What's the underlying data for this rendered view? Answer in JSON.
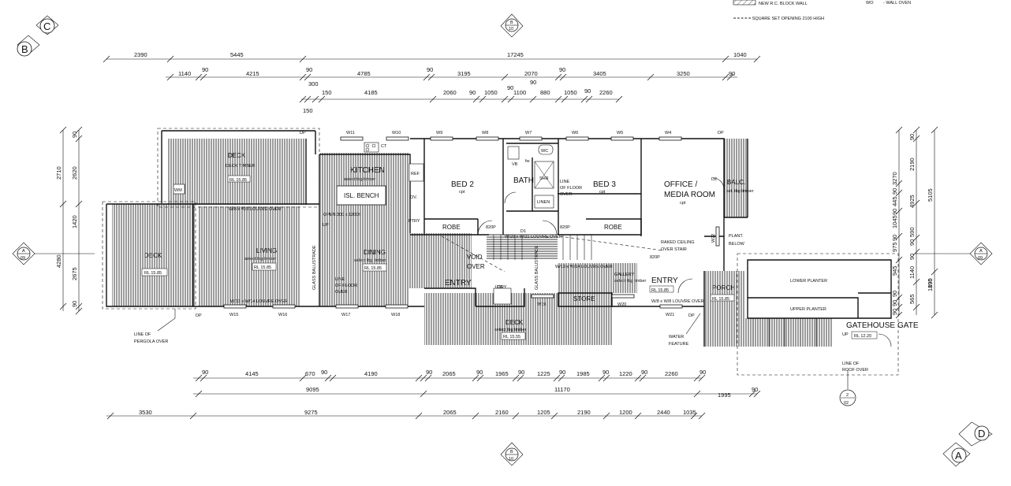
{
  "legend": {
    "block_wall": "NEW R.C. BLOCK WALL",
    "wall_oven_code": "WO",
    "wall_oven": "- WALL OVEN",
    "square_set": "= = = = = SQUARE SET OPENING 2100 HIGH"
  },
  "markers": {
    "b_top": {
      "letter": "B",
      "num": "10"
    },
    "b_bottom": {
      "letter": "B",
      "num": "10"
    },
    "a_left": {
      "letter": "A",
      "num": "09"
    },
    "a_right": {
      "letter": "A",
      "num": "09"
    },
    "corner_tl": [
      "B",
      "C"
    ],
    "corner_br": [
      "A",
      "D"
    ],
    "section_2": {
      "num": "2",
      "sheet": "02"
    }
  },
  "dims_top": {
    "row1": [
      "2390",
      "5445",
      "17245",
      "1040"
    ],
    "row2": [
      "1140",
      "90",
      "4215",
      "90",
      "4785",
      "90",
      "3195",
      "2070",
      "90",
      "3405",
      "3250",
      "90"
    ],
    "row3": [
      "300",
      "150",
      "4185",
      "2060",
      "90",
      "1050",
      "90",
      "1100",
      "880",
      "1050",
      "90",
      "2260"
    ],
    "extra": [
      "90",
      "150"
    ]
  },
  "dims_bottom": {
    "row1": [
      "90",
      "4145",
      "670",
      "90",
      "4190",
      "90",
      "2065",
      "90",
      "1965",
      "90",
      "1225",
      "90",
      "1985",
      "90",
      "1220",
      "90",
      "2260",
      "90"
    ],
    "row2": [
      "9095",
      "11170",
      "1995",
      "90"
    ],
    "row3": [
      "3530",
      "9275",
      "2065",
      "2160",
      "1205",
      "2190",
      "1200",
      "2440",
      "1035"
    ]
  },
  "dims_left": {
    "outer": [
      "4280"
    ],
    "inner": [
      "2710",
      "2620",
      "90",
      "1420",
      "2675",
      "90"
    ]
  },
  "dims_right": {
    "a": [
      "3270",
      "5105"
    ],
    "b": [
      "90",
      "2190",
      "90",
      "445",
      "90",
      "4925",
      "1045",
      "90",
      "590",
      "90",
      "975",
      "90",
      "945",
      "1140",
      "195",
      "90",
      "1890",
      "90",
      "565",
      "90"
    ]
  },
  "windows": [
    "W11",
    "W10",
    "W9",
    "W8",
    "W7",
    "W6",
    "W5",
    "W4",
    "W15",
    "W16",
    "W17",
    "W18",
    "W19",
    "W20",
    "W21",
    "W22"
  ],
  "rooms": {
    "deck_top": {
      "name": "DECK",
      "sub": "DECK TIMBER",
      "rl": "RL 15.85"
    },
    "deck_left": {
      "name": "DECK",
      "sub": "RL 15.85"
    },
    "living": {
      "name": "LIVING",
      "sub": "select tbg timber",
      "rl": "RL 15.85"
    },
    "kitchen": {
      "name": "KITCHEN",
      "sub": "select tbg timber"
    },
    "isl_bench": "ISL. BENCH",
    "dining": {
      "name": "DINING",
      "sub": "select tbg timber",
      "rl": "RL 15.85"
    },
    "bed2": {
      "name": "BED 2",
      "sub": "cpt"
    },
    "bed3": {
      "name": "BED 3",
      "sub": "cpt"
    },
    "bath": "BATH",
    "office": {
      "name": "OFFICE /",
      "name2": "MEDIA ROOM",
      "sub": "cpt"
    },
    "balc": {
      "name": "BALC.",
      "sub": "sel. tbg timber"
    },
    "robe1": "ROBE",
    "robe2": "ROBE",
    "linen": "LINEN",
    "entry1": "ENTRY",
    "entry2": {
      "name": "ENTRY",
      "rl": "RL 15.85"
    },
    "store": "STORE",
    "gallery": {
      "name": "GALLERY",
      "sub": "select tbg timber"
    },
    "deck_bottom": {
      "name": "DECK",
      "sub": "select tbg timber",
      "rl": "RL 15.55"
    },
    "porch": {
      "name": "PORCH",
      "rl": "RL 15.85"
    },
    "lower_planter": "LOWER PLANTER",
    "upper_planter": "UPPER PLANTER",
    "gatehouse": "GATEHOUSE",
    "gate": "GATE",
    "gatehouse_rl": "RL 12.20",
    "plant": {
      "name": "PLANT.",
      "name2": "BELOW"
    },
    "void": {
      "name": "VOID",
      "name2": "OVER"
    },
    "ptry": "PTRY",
    "ov": "OV.",
    "ref": "REF",
    "ldry": "LDRY",
    "wm": "WM",
    "wc": "WC",
    "shr": "SHR",
    "ct": "CT",
    "vb": "VB",
    "fw": "fw"
  },
  "notes": {
    "floor_over": [
      "LINE",
      "OF FLOOR",
      "OVER"
    ],
    "floor_over2": [
      "LINE",
      "OF FLOOR",
      "OVER"
    ],
    "pergola": [
      "LINE OF",
      "PERGOLA OVER"
    ],
    "raked": [
      "RAKED CEILING",
      "OVER STAIR"
    ],
    "water": [
      "WATER",
      "FEATURE"
    ],
    "roof": [
      "LINE OF",
      "ROOF OVER"
    ],
    "opening": "OPEN 300 x 1200h",
    "up": "UP",
    "dp": "DP",
    "p820": "820P",
    "d2": "D2",
    "d1": "D1",
    "d3": "D3",
    "louvre1": "W/8 x W/8 LOUVRE OVER",
    "louvre2": "W/13 x W/14 LOUVRE OVER",
    "louvre3": "W/13 x W/14 LOUVRE OVER",
    "louvre4": "W/8 x W/8 LOUVRE OVER",
    "louvre5": "W/20 x W/21 LOUVRE OVER",
    "balustrade": "GLASS BALUSTRADE",
    "balustrade2": "GLASS BALUSTRADE"
  }
}
